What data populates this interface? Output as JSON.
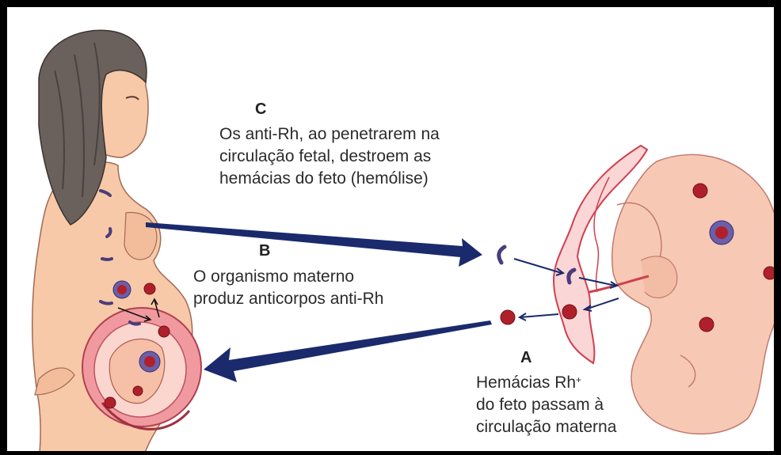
{
  "labels": {
    "c": {
      "letter": "C",
      "lines": [
        "Os anti-Rh, ao penetrarem na",
        "circulação fetal, destroem as",
        "hemácias do feto (hemólise)"
      ]
    },
    "b": {
      "letter": "B",
      "lines": [
        "O organismo materno",
        "produz anticorpos anti-Rh"
      ]
    },
    "a": {
      "letter": "A",
      "line1_main": "Hemácias Rh",
      "line1_sup": "+",
      "lines": [
        "do feto passam à",
        "circulação materna"
      ]
    }
  },
  "colors": {
    "arrow": "#1a2a6c",
    "skin": "#f7c9a8",
    "hair": "#5a5250",
    "red_cell": "#b0202a",
    "antibody": "#4a3d7a",
    "placenta": "#e05a6a"
  }
}
